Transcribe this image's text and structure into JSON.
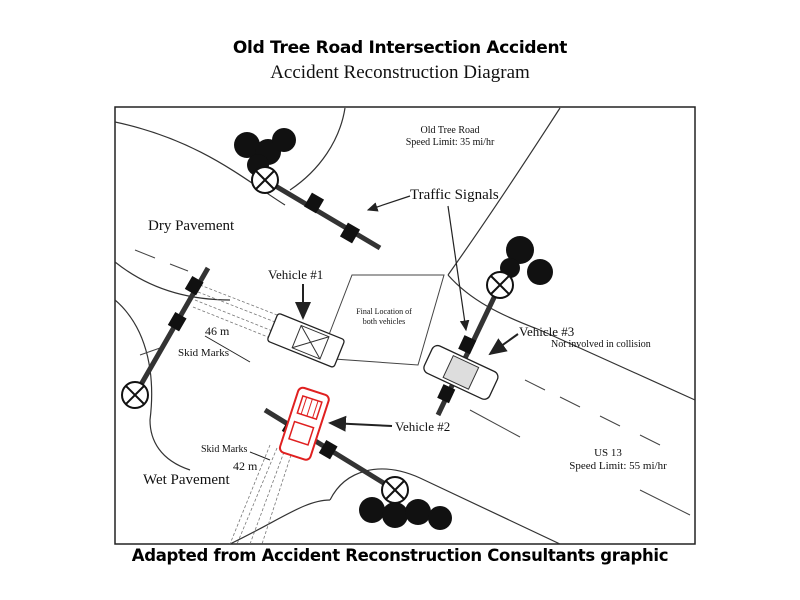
{
  "header": {
    "title": "Old Tree Road Intersection Accident",
    "subtitle": "Accident Reconstruction Diagram"
  },
  "footer": {
    "caption": "Adapted from Accident Reconstruction Consultants graphic"
  },
  "diagram": {
    "old_tree_road_name": "Old Tree Road",
    "old_tree_road_speed": "Speed Limit: 35 mi/hr",
    "traffic_signals": "Traffic Signals",
    "dry_pavement": "Dry Pavement",
    "vehicle1": "Vehicle #1",
    "final_location_line1": "Final Location of",
    "final_location_line2": "both vehicles",
    "skid1_distance": "46 m",
    "skid1_label": "Skid Marks",
    "vehicle3": "Vehicle #3",
    "vehicle3_note": "Not involved in collision",
    "vehicle2": "Vehicle #2",
    "skid2_label": "Skid Marks",
    "skid2_distance": "42 m",
    "wet_pavement": "Wet Pavement",
    "us13_name": "US 13",
    "us13_speed": "Speed Limit: 55 mi/hr",
    "vehicle2_color": "#e02020"
  }
}
